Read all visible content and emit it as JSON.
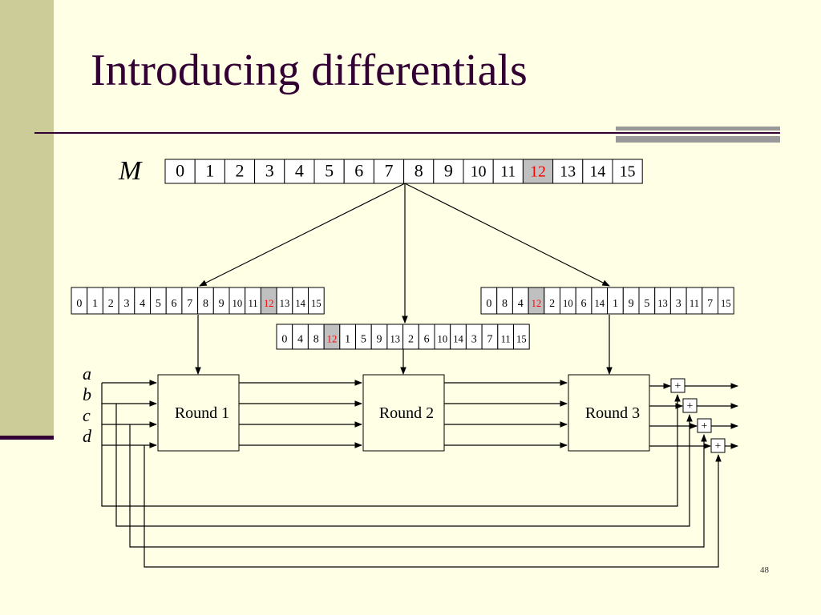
{
  "slide": {
    "title": "Introducing differentials",
    "page_number": "48"
  },
  "colors": {
    "background": "#ffffe5",
    "band": "#cccc99",
    "title": "#330033",
    "rule_accent": "#999999",
    "highlight_fill": "#c0c0c0",
    "highlight_text": "#ff0000"
  },
  "diagram": {
    "message_label": "M",
    "message_words": [
      "0",
      "1",
      "2",
      "3",
      "4",
      "5",
      "6",
      "7",
      "8",
      "9",
      "10",
      "11",
      "12",
      "13",
      "14",
      "15"
    ],
    "highlight_word": "12",
    "schedules": [
      [
        "0",
        "1",
        "2",
        "3",
        "4",
        "5",
        "6",
        "7",
        "8",
        "9",
        "10",
        "11",
        "12",
        "13",
        "14",
        "15"
      ],
      [
        "0",
        "4",
        "8",
        "12",
        "1",
        "5",
        "9",
        "13",
        "2",
        "6",
        "10",
        "14",
        "3",
        "7",
        "11",
        "15"
      ],
      [
        "0",
        "8",
        "4",
        "12",
        "2",
        "10",
        "6",
        "14",
        "1",
        "9",
        "5",
        "13",
        "3",
        "11",
        "7",
        "15"
      ]
    ],
    "rounds": [
      "Round 1",
      "Round 2",
      "Round 3"
    ],
    "registers": [
      "a",
      "b",
      "c",
      "d"
    ],
    "adder_symbol": "+"
  }
}
